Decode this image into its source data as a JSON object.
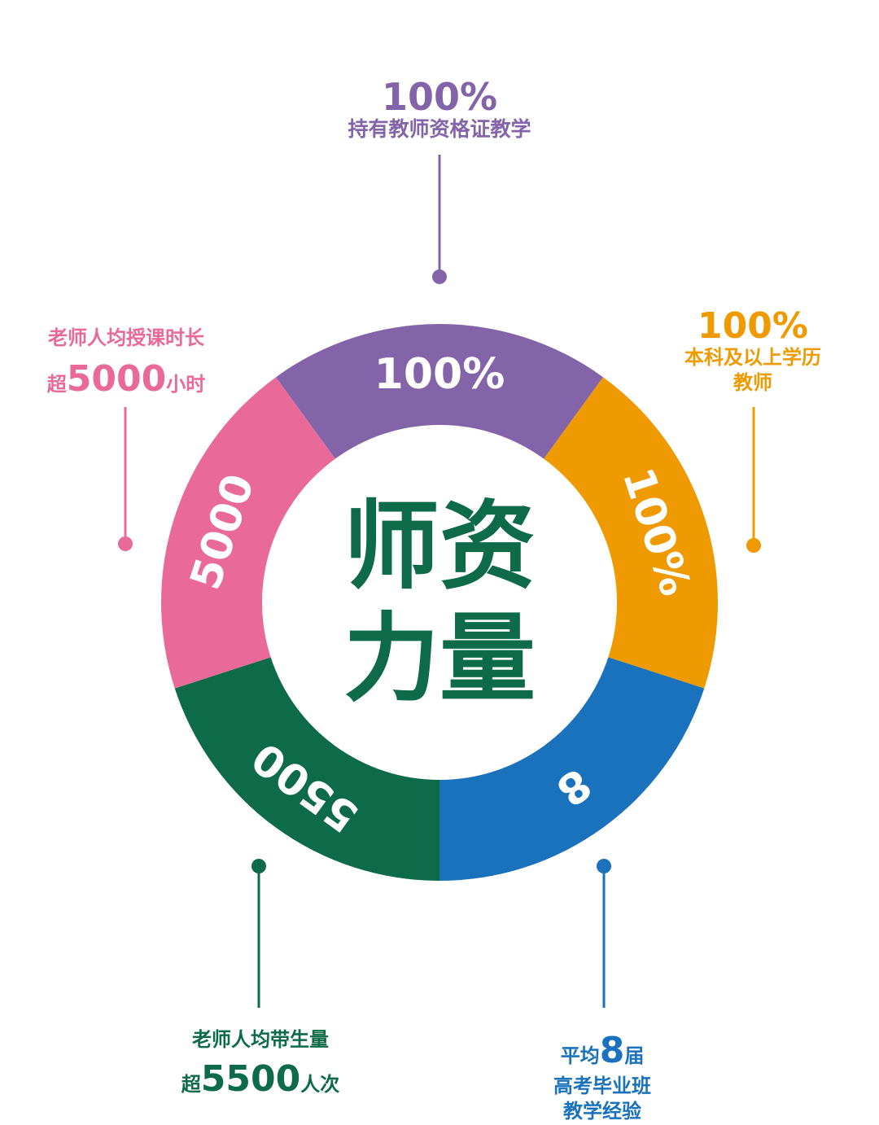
{
  "center": {
    "line1": "师资",
    "line2": "力量"
  },
  "colors": {
    "purple": "#8464a8",
    "orange": "#ee9a00",
    "blue": "#1a72bc",
    "green": "#0e6b4a",
    "pink": "#e96a98"
  },
  "segments": [
    {
      "key": "purple",
      "label": "100%",
      "color": "#8464a8"
    },
    {
      "key": "orange",
      "label": "100%",
      "color": "#ee9a00"
    },
    {
      "key": "blue",
      "label": "8",
      "color": "#1a72bc"
    },
    {
      "key": "green",
      "label": "5500",
      "color": "#0e6b4a"
    },
    {
      "key": "pink",
      "label": "5000",
      "color": "#e96a98"
    }
  ],
  "callouts": {
    "top": {
      "value": "100%",
      "text": "持有教师资格证教学"
    },
    "right": {
      "value": "100%",
      "line1": "本科及以上学历",
      "line2": "教师"
    },
    "left": {
      "line1": "老师人均授课时长",
      "prefix": "超",
      "value": "5000",
      "suffix": "小时"
    },
    "bottom_left": {
      "line1": "老师人均带生量",
      "prefix": "超",
      "value": "5500",
      "suffix": "人次"
    },
    "bottom_right": {
      "prefix": "平均",
      "value": "8",
      "suffix": "届",
      "line2": "高考毕业班",
      "line3": "教学经验"
    }
  }
}
